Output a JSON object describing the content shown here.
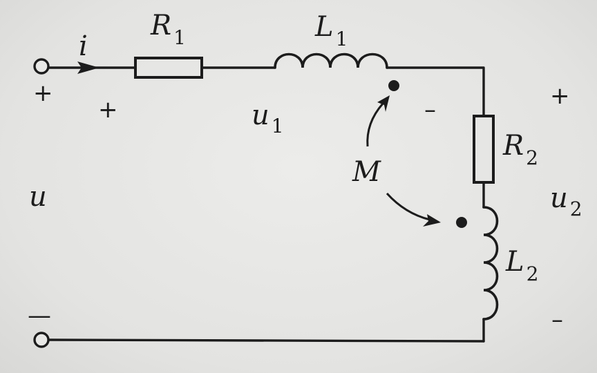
{
  "diagram": {
    "current": "i",
    "resistor1": {
      "symbol": "R",
      "sub": "1"
    },
    "inductor1": {
      "symbol": "L",
      "sub": "1"
    },
    "resistor2": {
      "symbol": "R",
      "sub": "2"
    },
    "inductor2": {
      "symbol": "L",
      "sub": "2"
    },
    "mutual": "M",
    "voltage_u": "u",
    "voltage_u1": {
      "symbol": "u",
      "sub": "1"
    },
    "voltage_u2": {
      "symbol": "u",
      "sub": "2"
    },
    "plus": "+",
    "minus": "–",
    "minus_bar": "—"
  }
}
